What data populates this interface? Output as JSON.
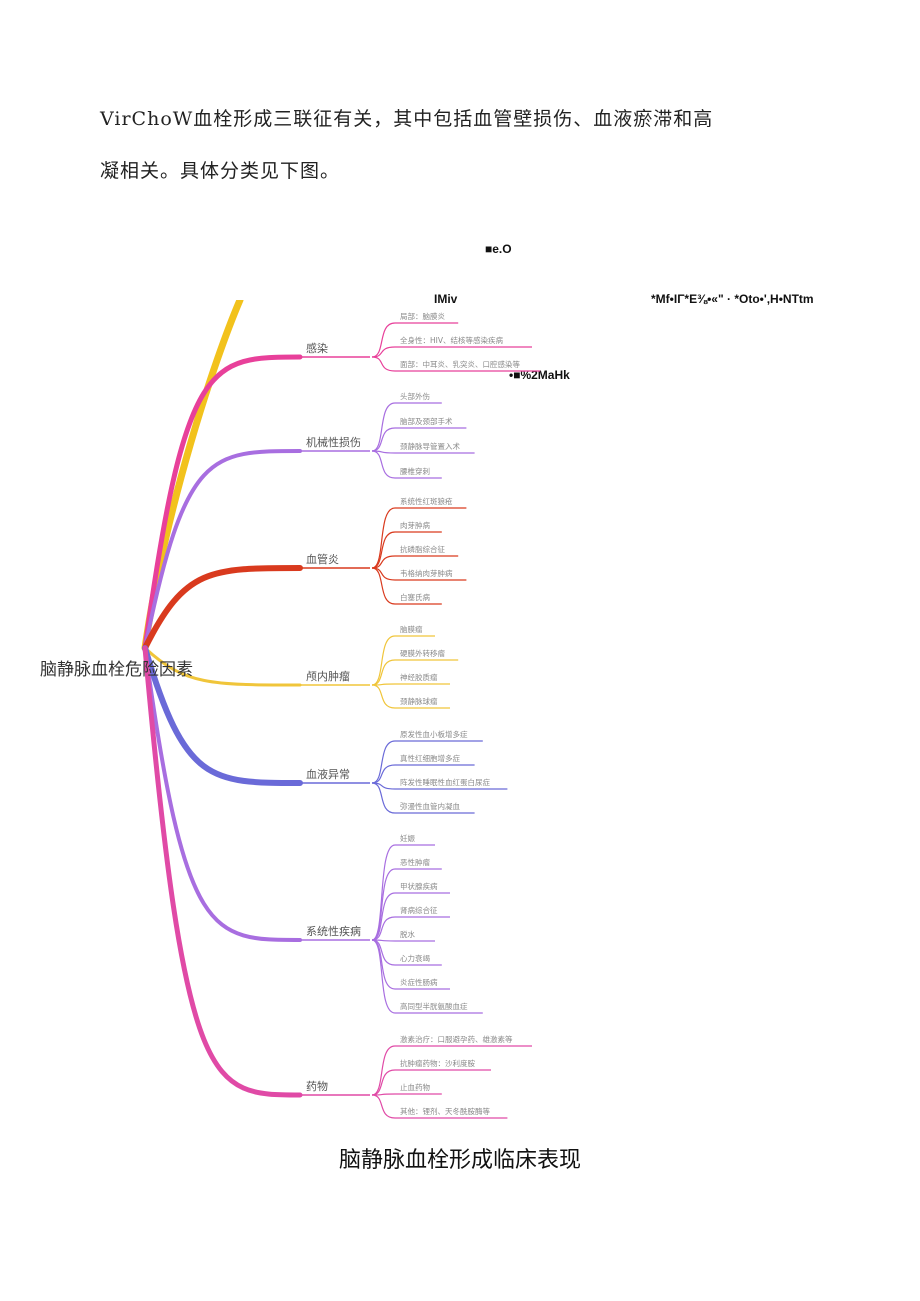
{
  "intro": {
    "line1": "VirChoW血栓形成三联征有关，其中包括血管壁损伤、血液瘀滞和高",
    "line2": "凝相关。具体分类见下图。"
  },
  "garbled": {
    "g1": "■e.O",
    "g2": "IMiv",
    "g3": "*Mf•IΓ*E⅜•«\" · *Oto•',H•NTtm",
    "g4": "•■%2MaHk"
  },
  "mindmap": {
    "root": "脑静脉血栓危险因素",
    "branches": [
      {
        "label": "",
        "color": "#f2c21c",
        "items": []
      },
      {
        "label": "感染",
        "color": "#e8409a",
        "items": [
          "局部：脑膜炎",
          "全身性：HIV、结核等感染疾病",
          "面部：中耳炎、乳突炎、口腔感染等"
        ]
      },
      {
        "label": "机械性损伤",
        "color": "#a86ee0",
        "items": [
          "头部外伤",
          "脑部及颈部手术",
          "颈静脉导管置入术",
          "腰椎穿刺"
        ]
      },
      {
        "label": "血管炎",
        "color": "#d93a1e",
        "items": [
          "系统性红斑狼疮",
          "肉芽肿病",
          "抗磷脂综合征",
          "韦格纳肉芽肿病",
          "白塞氏病"
        ]
      },
      {
        "label": "颅内肿瘤",
        "color": "#f0c53a",
        "items": [
          "脑膜瘤",
          "硬膜外转移瘤",
          "神经胶质瘤",
          "颈静脉球瘤"
        ]
      },
      {
        "label": "血液异常",
        "color": "#6a6ad8",
        "items": [
          "原发性血小板增多症",
          "真性红细胞增多症",
          "阵发性睡眠性血红蛋白尿症",
          "弥漫性血管内凝血"
        ]
      },
      {
        "label": "系统性疾病",
        "color": "#a86ee0",
        "items": [
          "妊娠",
          "恶性肿瘤",
          "甲状腺疾病",
          "肾病综合征",
          "脱水",
          "心力衰竭",
          "炎症性肠病",
          "高同型半胱氨酸血症"
        ]
      },
      {
        "label": "药物",
        "color": "#e04aa6",
        "items": [
          "激素治疗：口服避孕药、雄激素等",
          "抗肿瘤药物：沙利度胺",
          "止血药物",
          "其他：锂剂、天冬酰胺酶等"
        ]
      }
    ]
  },
  "caption": "脑静脉血栓形成临床表现"
}
